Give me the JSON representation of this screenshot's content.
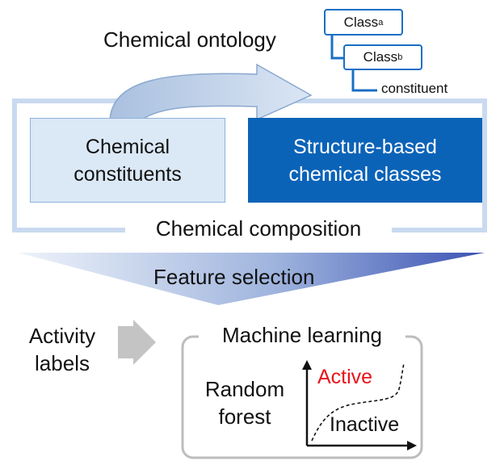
{
  "ontology": {
    "title": "Chemical ontology",
    "class_a": "Class",
    "class_a_sub": "a",
    "class_b": "Class",
    "class_b_sub": "b",
    "constituent": "constituent"
  },
  "composition": {
    "constituents_line1": "Chemical",
    "constituents_line2": "constituents",
    "classes_line1": "Structure-based",
    "classes_line2": "chemical classes",
    "label": "Chemical composition"
  },
  "feature_selection": {
    "label": "Feature selection"
  },
  "activity": {
    "line1": "Activity",
    "line2": "labels"
  },
  "ml": {
    "title": "Machine learning",
    "model_line1": "Random",
    "model_line2": "forest",
    "active_label": "Active",
    "inactive_label": "Inactive"
  },
  "colors": {
    "dark_blue": "#0b63b8",
    "light_blue": "#dbe8f6",
    "outline_blue": "#c9daf0",
    "active_red": "#e8141b",
    "gray": "#bdbdbd"
  }
}
